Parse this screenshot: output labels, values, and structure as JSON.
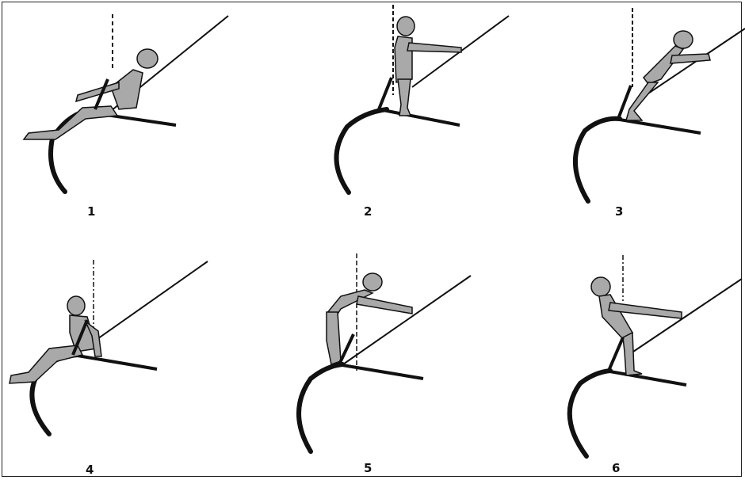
{
  "figure": {
    "panels": [
      {
        "label": "1"
      },
      {
        "label": "2"
      },
      {
        "label": "3"
      },
      {
        "label": "4"
      },
      {
        "label": "5"
      },
      {
        "label": "6"
      }
    ],
    "colors": {
      "body": "#a9a9a9",
      "outline": "#111111",
      "background": "#ffffff"
    }
  }
}
